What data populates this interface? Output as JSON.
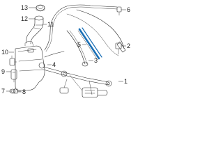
{
  "callouts": [
    {
      "label": "13"
    },
    {
      "label": "12"
    },
    {
      "label": "11"
    },
    {
      "label": "6"
    },
    {
      "label": "5"
    },
    {
      "label": "2"
    },
    {
      "label": "3"
    },
    {
      "label": "10"
    },
    {
      "label": "4"
    },
    {
      "label": "9"
    },
    {
      "label": "1"
    },
    {
      "label": "7"
    },
    {
      "label": "8"
    }
  ],
  "colors": {
    "line": "#2b2b2b",
    "highlight": "#1a6fb5",
    "background": "#ffffff"
  }
}
